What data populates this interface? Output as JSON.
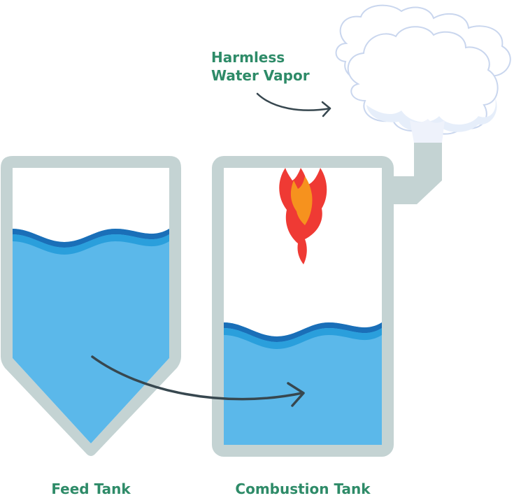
{
  "labels": {
    "vapor_line1": "Harmless",
    "vapor_line2": "Water Vapor",
    "feed_tank": "Feed Tank",
    "combustion_tank": "Combustion Tank"
  },
  "colors": {
    "tank_wall": "#c4d3d3",
    "water": "#5bb8ea",
    "water_wave_mid": "#2a9fdc",
    "water_wave_dark": "#1a6fb8",
    "cloud_fill": "#ffffff",
    "cloud_shade": "#e6eefa",
    "cloud_outline": "#c9d6ee",
    "flame_red": "#ef3a34",
    "flame_orange": "#f6921e",
    "arrow": "#37474f",
    "label_text": "#2e8b68"
  },
  "icons": {
    "cloud": "cloud-icon",
    "flame": "flame-icon",
    "arrow": "curved-arrow-icon"
  }
}
